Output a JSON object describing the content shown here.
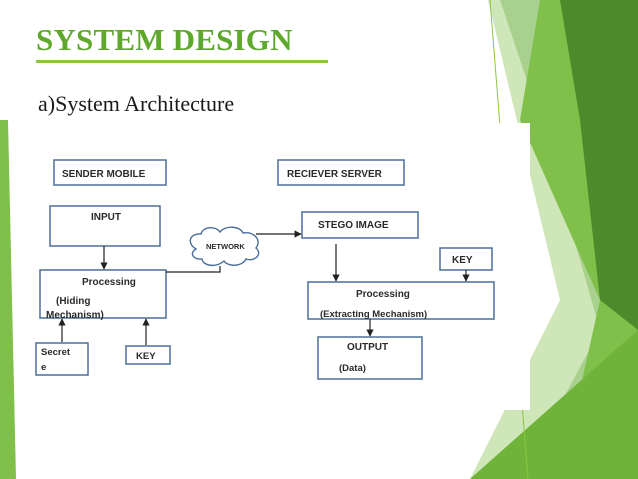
{
  "slide": {
    "title": "SYSTEM DESIGN",
    "subtitle": "a)System Architecture"
  },
  "colors": {
    "title": "#5fa82e",
    "accent_dark": "#4e8a2c",
    "accent_mid": "#6fb33a",
    "accent_light": "#a9d18e",
    "box_border": "#4a6f9a"
  },
  "diagram": {
    "sender_mobile": "SENDER MOBILE",
    "input": "INPUT",
    "processing_left": "Processing",
    "hiding_line1": "(Hiding",
    "hiding_line2": "Mechanism)",
    "secret_line1": "Secret",
    "secret_line2": "e",
    "key_left": "KEY",
    "network": "NETWORK",
    "receiver_server": "RECIEVER SERVER",
    "stego_image": "STEGO IMAGE",
    "key_right": "KEY",
    "processing_right": "Processing",
    "extracting": "(Extracting Mechanism)",
    "output": "OUTPUT",
    "data": "(Data)"
  }
}
